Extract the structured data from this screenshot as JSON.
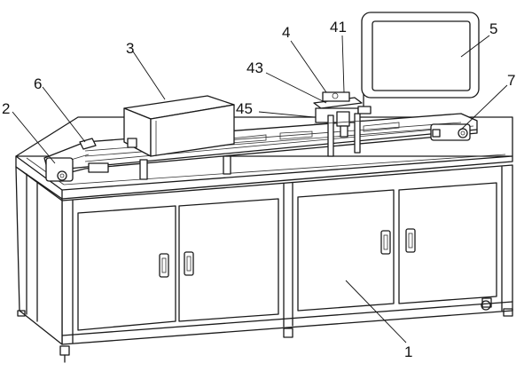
{
  "figure": {
    "reference_numerals": [
      {
        "key": "cabinet",
        "label": "1"
      },
      {
        "key": "left_pulley",
        "label": "2"
      },
      {
        "key": "box",
        "label": "3"
      },
      {
        "key": "carriage",
        "label": "4"
      },
      {
        "key": "monitor",
        "label": "5"
      },
      {
        "key": "belt_clamp",
        "label": "6"
      },
      {
        "key": "right_pulley",
        "label": "7"
      },
      {
        "key": "carriage_top",
        "label": "41"
      },
      {
        "key": "carriage_arm",
        "label": "43"
      },
      {
        "key": "carriage_plate",
        "label": "45"
      }
    ]
  }
}
